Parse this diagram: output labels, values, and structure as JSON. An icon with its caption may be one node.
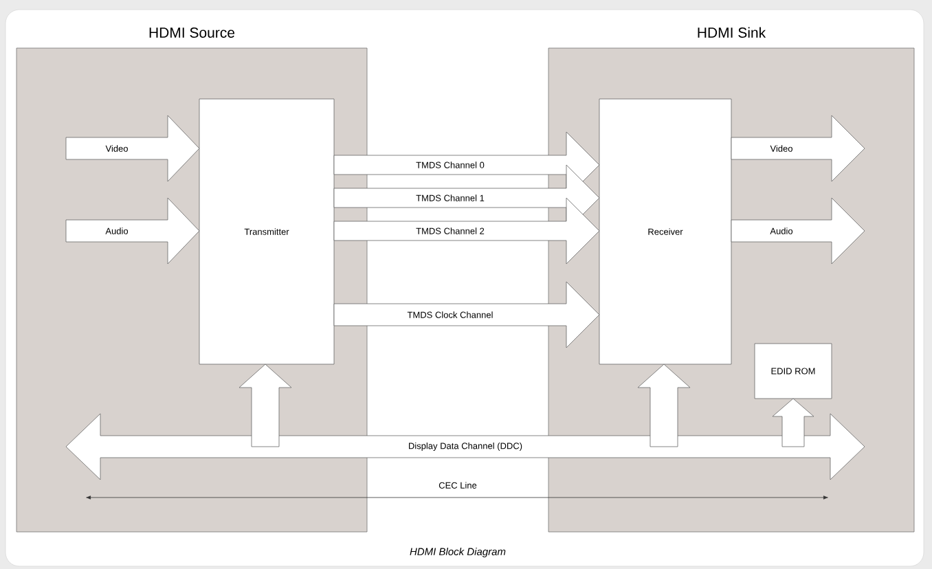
{
  "diagram": {
    "caption": "HDMI Block Diagram",
    "nodes": [
      {
        "text": [
          "HDMI Source"
        ]
      },
      {
        "text": [
          "HDMI Sink"
        ]
      },
      {
        "text": [
          "Transmitter"
        ],
        "in": 0
      },
      {
        "text": [
          "Receiver"
        ],
        "in": 1
      },
      {
        "text": [
          "EDID ROM"
        ],
        "in": 1
      },
      {
        "text": [
          "Display Data Channel (DDC)"
        ]
      }
    ],
    "edges": [
      {
        "from": null,
        "to": 2,
        "arrow": "to",
        "label": "Video"
      },
      {
        "from": null,
        "to": 2,
        "arrow": "to",
        "label": "Audio"
      },
      {
        "from": 2,
        "to": 3,
        "arrow": "to",
        "label": "TMDS Channel 0"
      },
      {
        "from": 2,
        "to": 3,
        "arrow": "to",
        "label": "TMDS Channel 1"
      },
      {
        "from": 2,
        "to": 3,
        "arrow": "to",
        "label": "TMDS Channel 2"
      },
      {
        "from": 2,
        "to": 3,
        "arrow": "to",
        "label": "TMDS Clock Channel"
      },
      {
        "from": 3,
        "to": null,
        "arrow": "to",
        "label": "Video"
      },
      {
        "from": 3,
        "to": null,
        "arrow": "to",
        "label": "Audio"
      },
      {
        "from": 5,
        "to": 2,
        "arrow": "to"
      },
      {
        "from": 5,
        "to": 3,
        "arrow": "to"
      },
      {
        "from": 5,
        "to": 4,
        "arrow": "to"
      }
    ],
    "labels": [
      "CEC Line"
    ]
  }
}
